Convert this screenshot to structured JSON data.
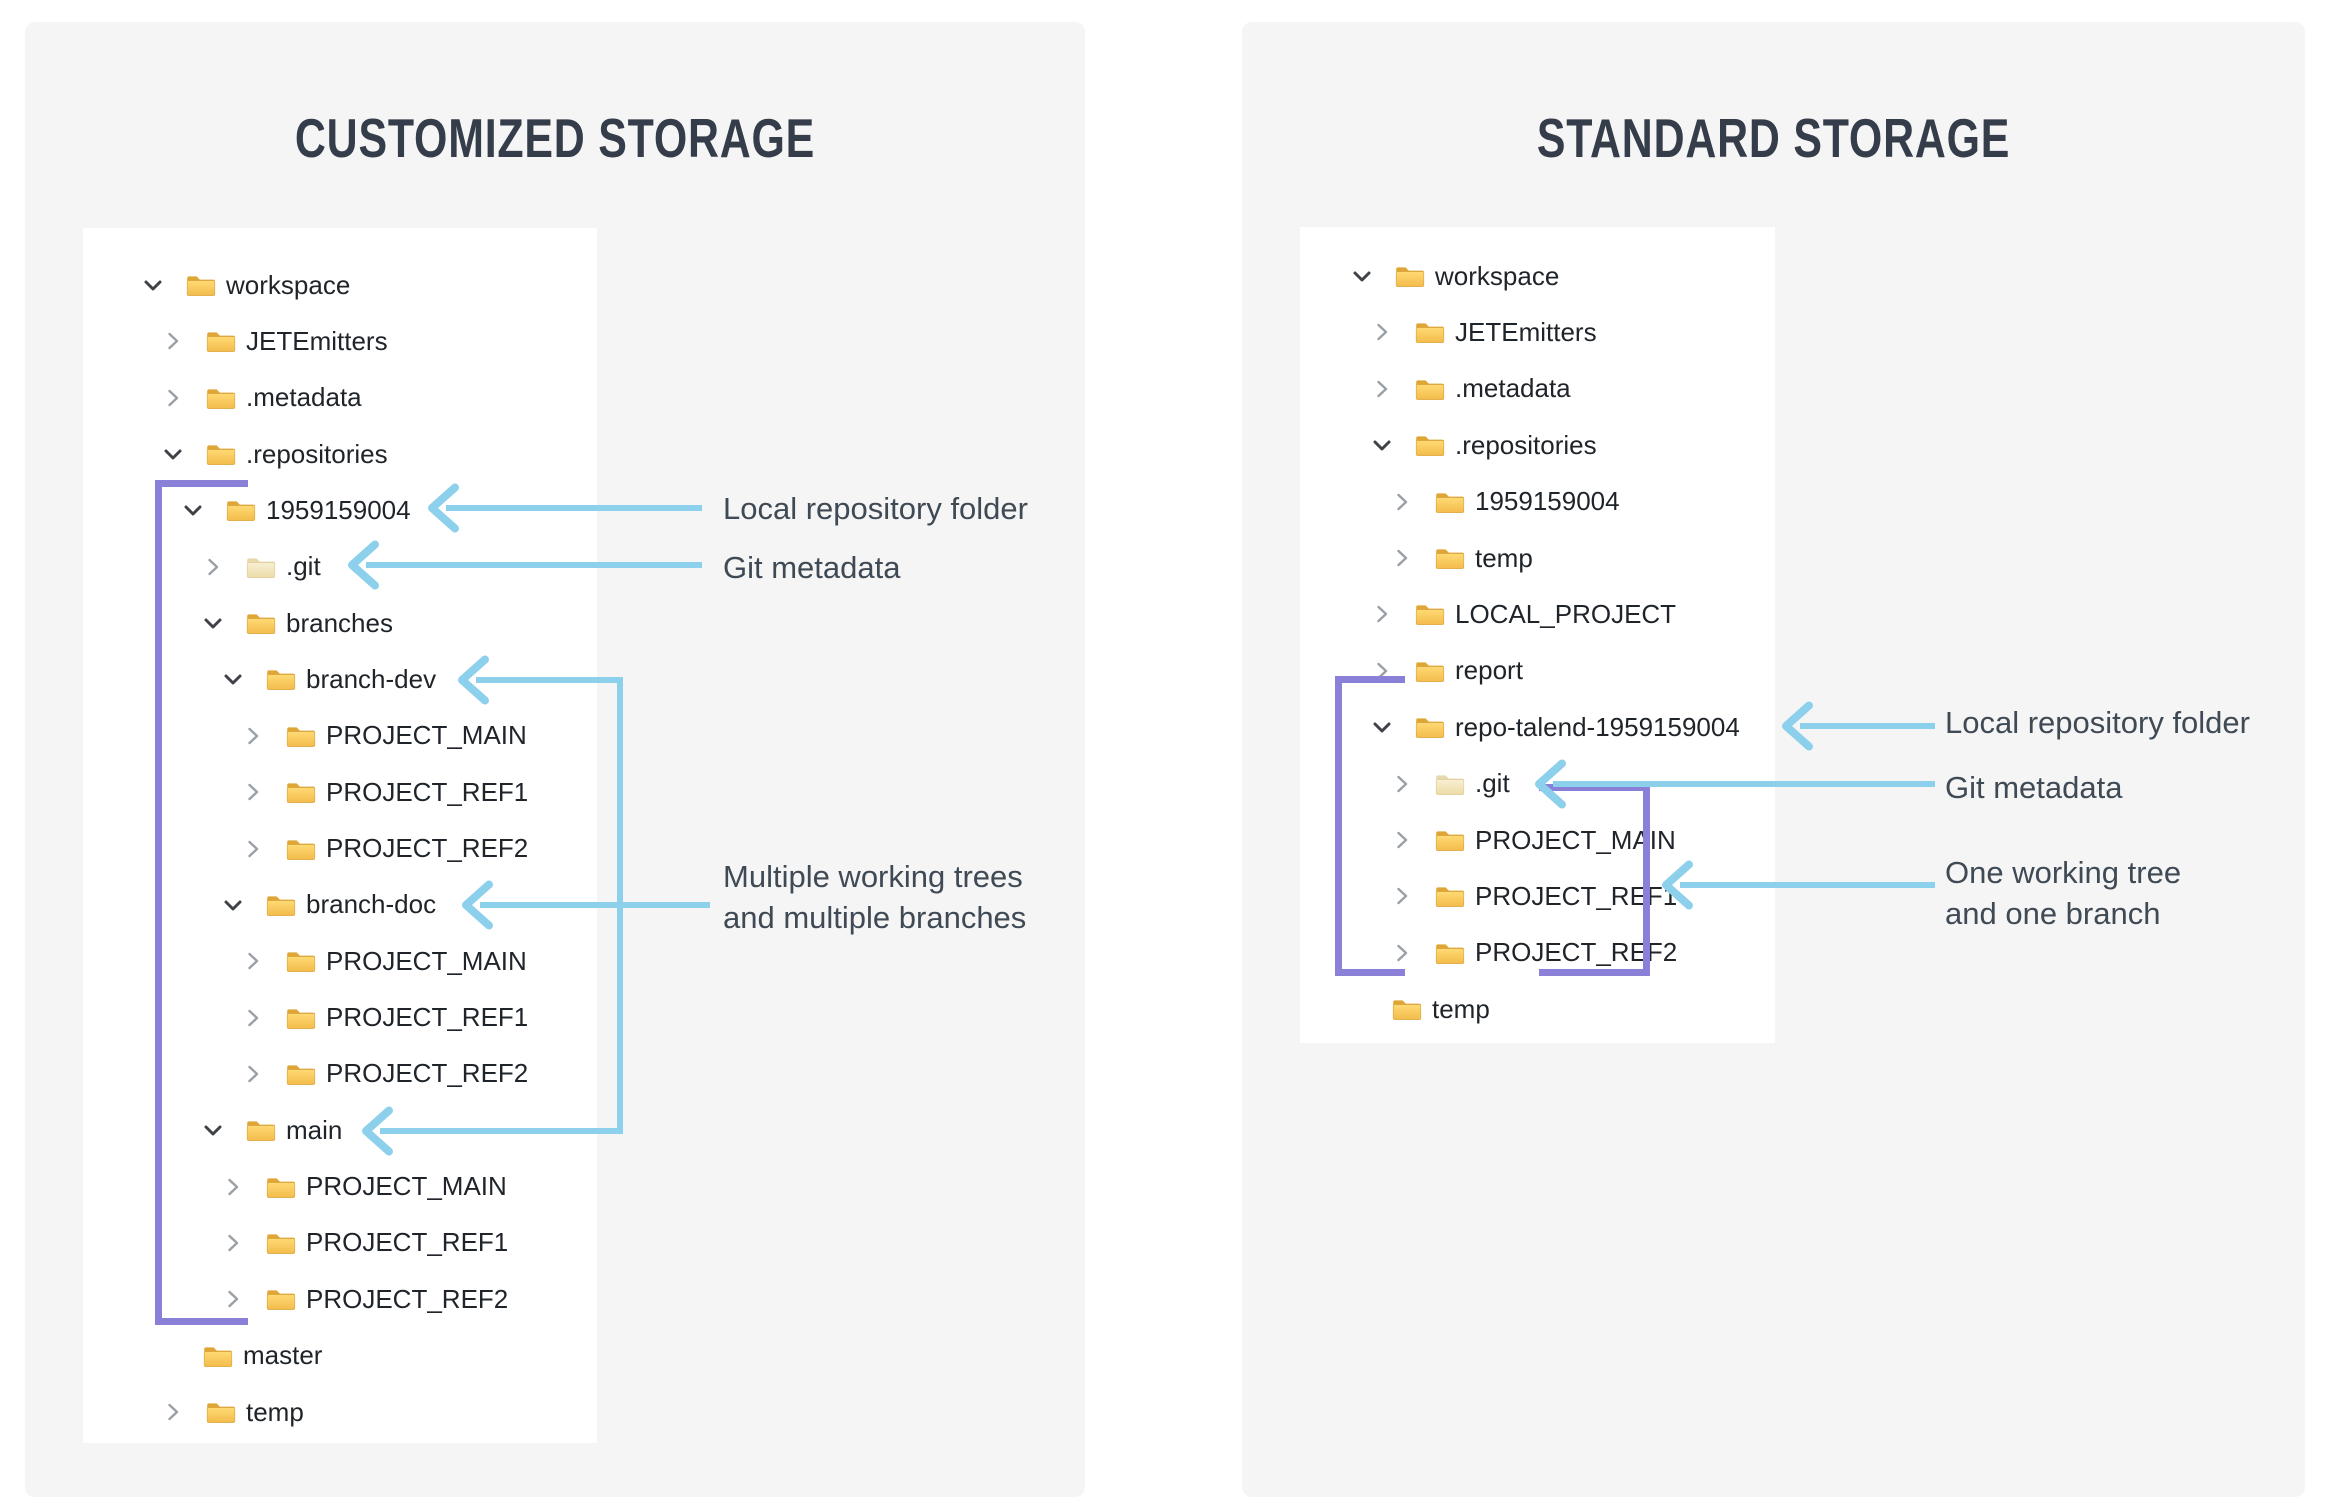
{
  "left_panel": {
    "title": "CUSTOMIZED STORAGE",
    "annotations": {
      "local_repo": "Local repository folder",
      "git_metadata": "Git metadata",
      "multiple": "Multiple working trees\nand multiple branches"
    },
    "tree": {
      "rows": [
        {
          "label": "workspace",
          "level": 0,
          "state": "expanded"
        },
        {
          "label": "JETEmitters",
          "level": 1,
          "state": "collapsed"
        },
        {
          "label": ".metadata",
          "level": 1,
          "state": "collapsed"
        },
        {
          "label": ".repositories",
          "level": 1,
          "state": "expanded"
        },
        {
          "label": "1959159004",
          "level": 2,
          "state": "expanded"
        },
        {
          "label": ".git",
          "level": 3,
          "state": "collapsed",
          "pale": true
        },
        {
          "label": "branches",
          "level": 3,
          "state": "expanded"
        },
        {
          "label": "branch-dev",
          "level": 4,
          "state": "expanded"
        },
        {
          "label": "PROJECT_MAIN",
          "level": 5,
          "state": "collapsed"
        },
        {
          "label": "PROJECT_REF1",
          "level": 5,
          "state": "collapsed"
        },
        {
          "label": "PROJECT_REF2",
          "level": 5,
          "state": "collapsed"
        },
        {
          "label": "branch-doc",
          "level": 4,
          "state": "expanded"
        },
        {
          "label": "PROJECT_MAIN",
          "level": 5,
          "state": "collapsed"
        },
        {
          "label": "PROJECT_REF1",
          "level": 5,
          "state": "collapsed"
        },
        {
          "label": "PROJECT_REF2",
          "level": 5,
          "state": "collapsed"
        },
        {
          "label": "main",
          "level": 3,
          "state": "expanded"
        },
        {
          "label": "PROJECT_MAIN",
          "level": 4,
          "state": "collapsed"
        },
        {
          "label": "PROJECT_REF1",
          "level": 4,
          "state": "collapsed"
        },
        {
          "label": "PROJECT_REF2",
          "level": 4,
          "state": "collapsed"
        },
        {
          "label": "master",
          "level": 3,
          "state": "leaf"
        },
        {
          "label": "temp",
          "level": 1,
          "state": "collapsed"
        }
      ]
    }
  },
  "right_panel": {
    "title": "STANDARD STORAGE",
    "annotations": {
      "local_repo": "Local repository folder",
      "git_metadata": "Git metadata",
      "one": "One working tree\nand one branch"
    },
    "tree": {
      "rows": [
        {
          "label": "workspace",
          "level": 0,
          "state": "expanded"
        },
        {
          "label": "JETEmitters",
          "level": 1,
          "state": "collapsed"
        },
        {
          "label": ".metadata",
          "level": 1,
          "state": "collapsed"
        },
        {
          "label": ".repositories",
          "level": 1,
          "state": "expanded"
        },
        {
          "label": "1959159004",
          "level": 2,
          "state": "collapsed"
        },
        {
          "label": "temp",
          "level": 2,
          "state": "collapsed"
        },
        {
          "label": "LOCAL_PROJECT",
          "level": 1,
          "state": "collapsed"
        },
        {
          "label": "report",
          "level": 1,
          "state": "collapsed"
        },
        {
          "label": "repo-talend-1959159004",
          "level": 1,
          "state": "expanded"
        },
        {
          "label": ".git",
          "level": 2,
          "state": "collapsed",
          "pale": true
        },
        {
          "label": "PROJECT_MAIN",
          "level": 2,
          "state": "collapsed"
        },
        {
          "label": "PROJECT_REF1",
          "level": 2,
          "state": "collapsed"
        },
        {
          "label": "PROJECT_REF2",
          "level": 2,
          "state": "collapsed"
        },
        {
          "label": "temp",
          "level": 2,
          "state": "leaf"
        }
      ]
    }
  },
  "icons": {
    "folder": "folder-icon",
    "folder_pale": "folder-pale-icon",
    "chevron_expanded": "chevron-down-icon",
    "chevron_collapsed": "chevron-right-icon"
  },
  "colors": {
    "card_bg": "#f5f5f6",
    "panel_bg": "#ffffff",
    "title_text": "#343d49",
    "annotation_text": "#3f4a55",
    "tree_text": "#1f242a",
    "arrow_blue": "#8dd0ec",
    "bracket_purple": "#8a80d8",
    "folder_yellow": "#f5bd4d",
    "folder_pale": "#eedfae"
  }
}
